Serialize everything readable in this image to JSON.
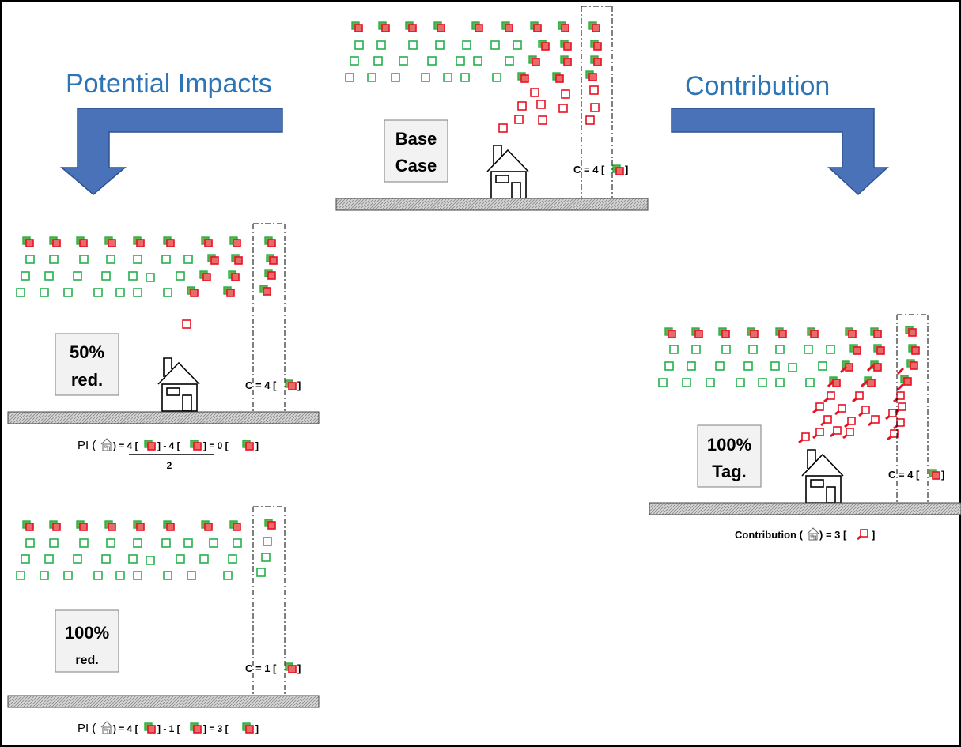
{
  "titles": {
    "potential_impacts": "Potential Impacts",
    "contribution": "Contribution"
  },
  "panels": {
    "base_case": {
      "label_line1": "Base",
      "label_line2": "Case",
      "c_value": "C = 4 ["
    },
    "half_reduction": {
      "label_line1": "50%",
      "label_line2": "red.",
      "c_value": "C = 4 [",
      "formula": {
        "prefix": "PI (",
        "part1": ") = 4 [",
        "part2": "] - 4 [",
        "part3": "] = 0 [",
        "suffix": "]",
        "denominator": "2"
      }
    },
    "full_reduction": {
      "label_line1": "100%",
      "label_line2": "red.",
      "c_value": "C = 1 [",
      "formula": {
        "prefix": "PI (",
        "part1": ") = 4 [",
        "part2": "] - 1 [",
        "part3": "] = 3 [",
        "suffix": "]"
      }
    },
    "tagging": {
      "label_line1": "100%",
      "label_line2": "Tag.",
      "c_value": "C = 4 [",
      "formula": {
        "prefix": "Contribution (",
        "part1": ") = 3 [",
        "suffix": "]"
      }
    }
  },
  "colors": {
    "title_blue": "#2e75b6",
    "arrow_fill": "#4a72b8",
    "arrow_stroke": "#2f528f",
    "green": "#22b14c",
    "green_fill": "#70ad47",
    "red": "#e81123",
    "ground": "#bfbfbf",
    "label_box": "#f2f2f2"
  }
}
